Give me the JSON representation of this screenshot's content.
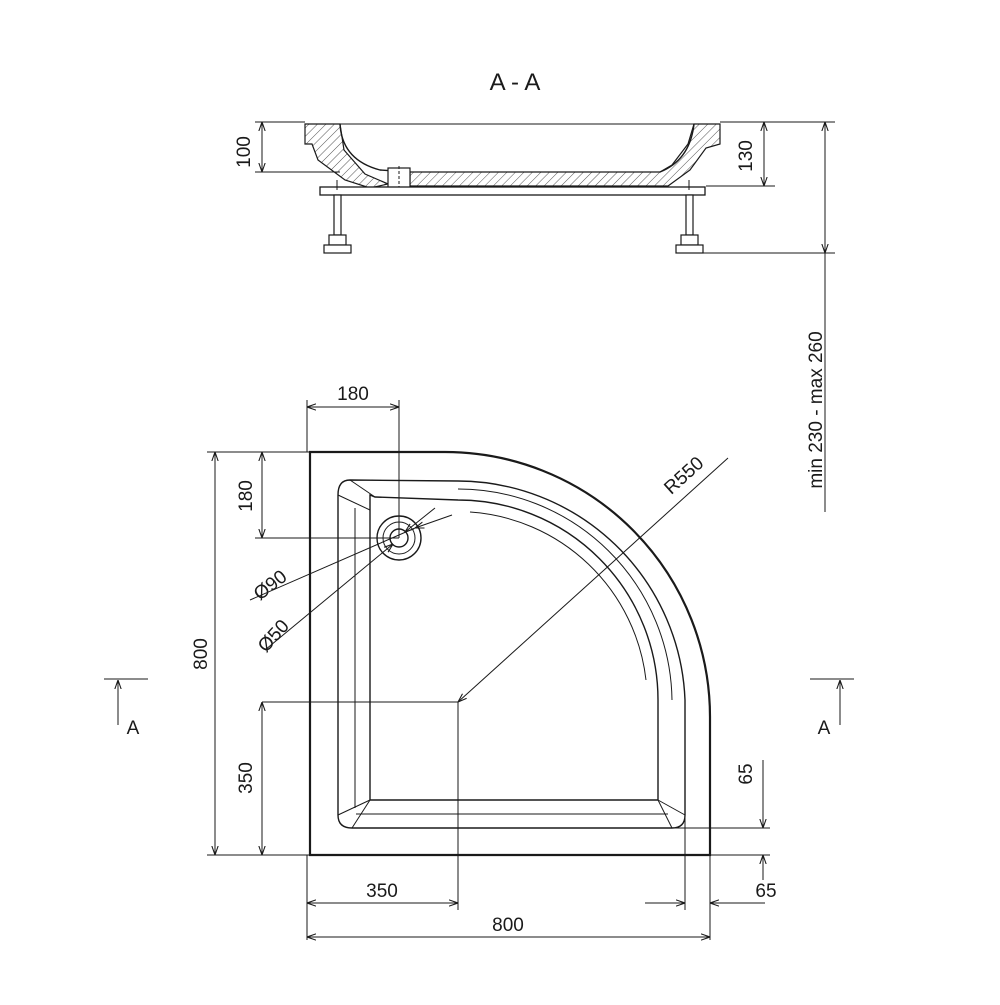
{
  "section": {
    "title": "A - A",
    "dim_rim_height": "100",
    "dim_total_height": "130",
    "dim_leg_range": "min 230 - max 260"
  },
  "plan": {
    "dim_drain_x": "180",
    "dim_drain_y": "180",
    "dim_radius": "R550",
    "dim_outer_diameter": "Ø90",
    "dim_inner_diameter": "Ø50",
    "dim_height": "800",
    "dim_width": "800",
    "dim_center_y": "350",
    "dim_center_x": "350",
    "dim_rim_right": "65",
    "dim_rim_bottom": "65",
    "section_marker_left": "A",
    "section_marker_right": "A"
  }
}
